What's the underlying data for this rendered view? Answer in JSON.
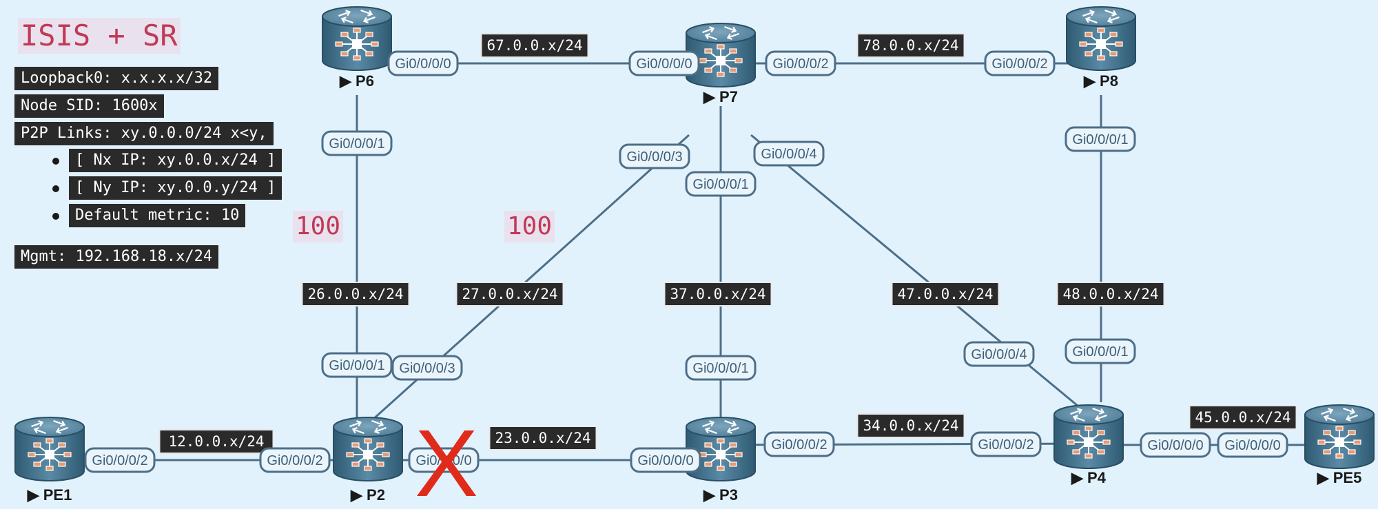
{
  "title": "ISIS + SR",
  "info": {
    "loopback": "Loopback0: x.x.x.x/32",
    "node_sid": "Node SID: 1600x",
    "p2p": "P2P Links: xy.0.0.0/24 x<y,",
    "bullets": [
      "[ Nx IP: xy.0.0.x/24 ]",
      "[ Ny IP: xy.0.0.y/24 ]",
      "Default metric: 10"
    ],
    "mgmt": "Mgmt: 192.168.18.x/24"
  },
  "metrics": [
    "100",
    "100"
  ],
  "colors": {
    "background": "#e1f2fc",
    "link": "#4d6e88",
    "router_body": "#3e6c87",
    "label_bg": "#2a2a2a",
    "metric_text": "#c03a55",
    "failure_mark": "#e02a1a"
  },
  "routers": [
    {
      "name": "P6",
      "label": "▶ P6"
    },
    {
      "name": "P7",
      "label": "▶ P7"
    },
    {
      "name": "P8",
      "label": "▶ P8"
    },
    {
      "name": "PE1",
      "label": "▶ PE1"
    },
    {
      "name": "P2",
      "label": "▶ P2"
    },
    {
      "name": "P3",
      "label": "▶ P3"
    },
    {
      "name": "P4",
      "label": "▶ P4"
    },
    {
      "name": "PE5",
      "label": "▶ PE5"
    }
  ],
  "subnets": [
    "67.0.0.x/24",
    "78.0.0.x/24",
    "26.0.0.x/24",
    "27.0.0.x/24",
    "37.0.0.x/24",
    "47.0.0.x/24",
    "48.0.0.x/24",
    "12.0.0.x/24",
    "23.0.0.x/24",
    "34.0.0.x/24",
    "45.0.0.x/24"
  ],
  "interfaces": [
    "Gi0/0/0/0",
    "Gi0/0/0/0",
    "Gi0/0/0/2",
    "Gi0/0/0/2",
    "Gi0/0/0/1",
    "Gi0/0/0/3",
    "Gi0/0/0/1",
    "Gi0/0/0/4",
    "Gi0/0/0/1",
    "Gi0/0/0/1",
    "Gi0/0/0/3",
    "Gi0/0/0/1",
    "Gi0/0/0/4",
    "Gi0/0/0/1",
    "Gi0/0/0/2",
    "Gi0/0/0/2",
    "Gi0/0/0/0",
    "Gi0/0/0/0",
    "Gi0/0/0/2",
    "Gi0/0/0/2",
    "Gi0/0/0/0",
    "Gi0/0/0/0"
  ],
  "failure_mark": "X"
}
